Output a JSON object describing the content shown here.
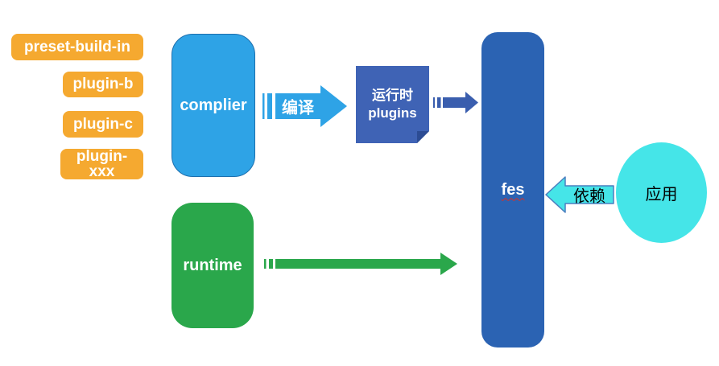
{
  "diagram": {
    "badges": [
      {
        "label": "preset-build-in"
      },
      {
        "label": "plugin-b"
      },
      {
        "label": "plugin-c"
      },
      {
        "label": "plugin-\nxxx"
      }
    ],
    "compiler": {
      "label": "complier"
    },
    "compile_arrow": {
      "label": "编译"
    },
    "runtime_plugins": {
      "label": "运行时\nplugins"
    },
    "fes": {
      "label": "fes"
    },
    "runtime": {
      "label": "runtime"
    },
    "dependency_arrow": {
      "label": "依赖"
    },
    "app": {
      "label": "应用"
    },
    "colors": {
      "badge_orange": "#F5A930",
      "compiler_blue": "#2EA3E6",
      "plugins_blue": "#3F63B5",
      "plugins_fold_blue": "#2C4C94",
      "mini_arrow_blue": "#3A5EAE",
      "fes_blue": "#2B63B3",
      "runtime_green": "#2AA74B",
      "app_cyan": "#45E5E8",
      "dependency_border": "#4A7EBF",
      "spellcheck_red": "#D93025"
    }
  }
}
